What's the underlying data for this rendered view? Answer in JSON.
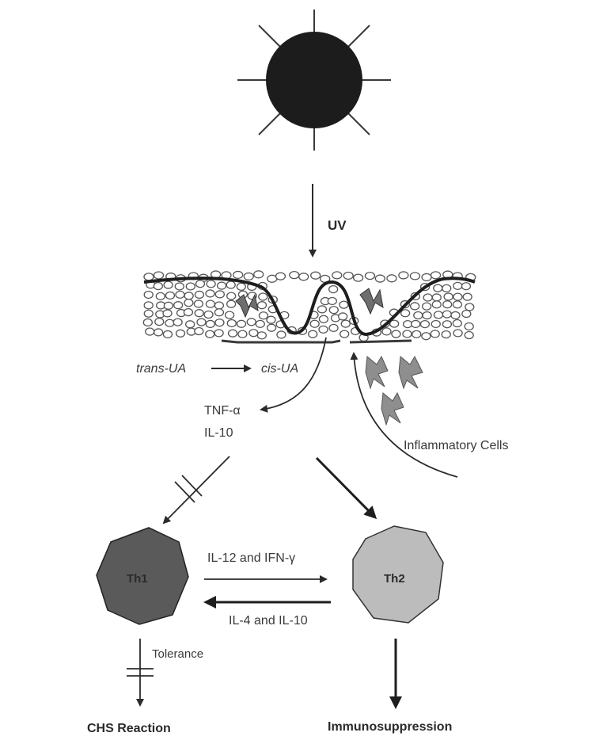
{
  "labels": {
    "uv": "UV",
    "trans_ua": "trans-UA",
    "cis_ua": "cis-UA",
    "tnf": "TNF-α",
    "il10": "IL-10",
    "inflammatory_cells": "Inflammatory Cells",
    "th1": "Th1",
    "th2": "Th2",
    "il12_ifn": "IL-12 and IFN-γ",
    "il4_il10": "IL-4 and IL-10",
    "tolerance": "Tolerance",
    "chs_reaction": "CHS Reaction",
    "immunosuppression": "Immunosuppression"
  },
  "colors": {
    "sun": "#1c1c1c",
    "th1_fill": "#5a5a5a",
    "th2_fill": "#bcbcbc",
    "cell_bolt": "#8e8e8e",
    "line": "#2b2b2b"
  }
}
